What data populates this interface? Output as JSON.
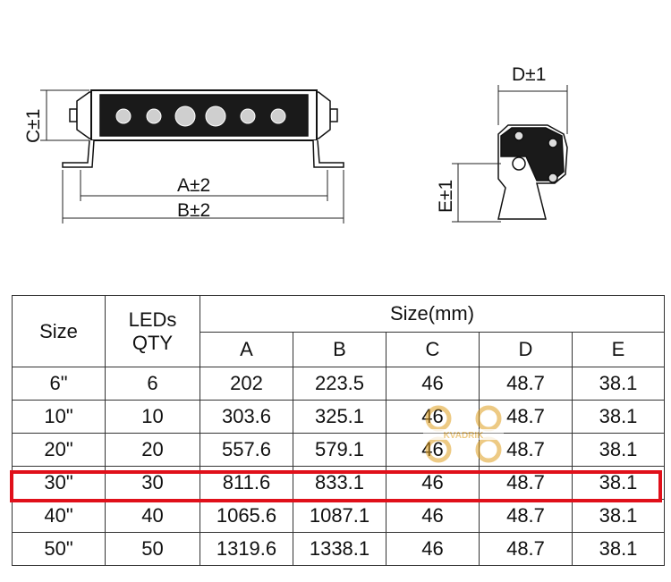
{
  "dimension_labels": {
    "a": "A±2",
    "b": "B±2",
    "c": "C±1",
    "d": "D±1",
    "e": "E±1"
  },
  "table": {
    "col_size": "Size",
    "col_leds_line1": "LEDs",
    "col_leds_line2": "QTY",
    "group_header": "Size(mm)",
    "sub_headers": [
      "A",
      "B",
      "C",
      "D",
      "E"
    ],
    "rows": [
      {
        "size": "6\"",
        "leds": "6",
        "a": "202",
        "b": "223.5",
        "c": "46",
        "d": "48.7",
        "e": "38.1"
      },
      {
        "size": "10\"",
        "leds": "10",
        "a": "303.6",
        "b": "325.1",
        "c": "46",
        "d": "48.7",
        "e": "38.1"
      },
      {
        "size": "20\"",
        "leds": "20",
        "a": "557.6",
        "b": "579.1",
        "c": "46",
        "d": "48.7",
        "e": "38.1"
      },
      {
        "size": "30\"",
        "leds": "30",
        "a": "811.6",
        "b": "833.1",
        "c": "46",
        "d": "48.7",
        "e": "38.1"
      },
      {
        "size": "40\"",
        "leds": "40",
        "a": "1065.6",
        "b": "1087.1",
        "c": "46",
        "d": "48.7",
        "e": "38.1"
      },
      {
        "size": "50\"",
        "leds": "50",
        "a": "1319.6",
        "b": "1338.1",
        "c": "46",
        "d": "48.7",
        "e": "38.1"
      }
    ],
    "highlighted_row": "30\""
  },
  "watermark": "KVADRIK",
  "colors": {
    "highlight": "#e0101a",
    "watermark": "#e0a020"
  }
}
